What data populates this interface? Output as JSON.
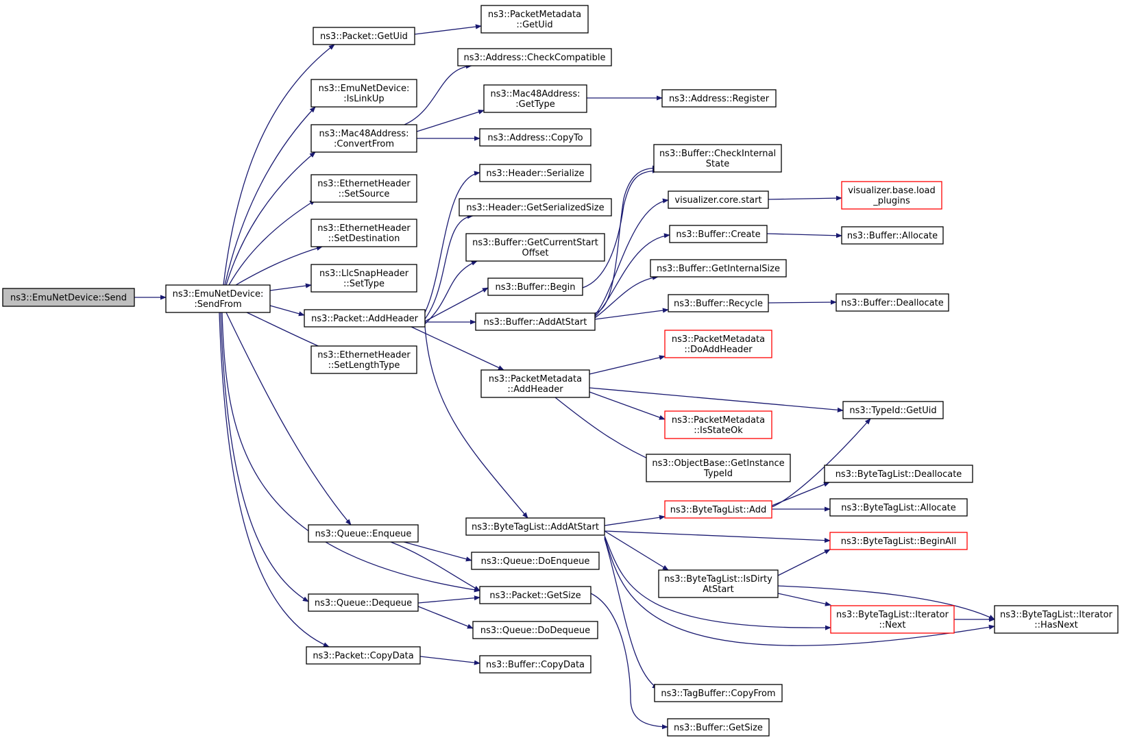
{
  "colors": {
    "edge": "#191970",
    "node_border": "#000000",
    "node_border_truncated": "#ff0000",
    "root_fill": "#bfbfbf",
    "node_fill": "#ffffff"
  },
  "nodes": [
    {
      "id": "send",
      "lines": [
        "ns3::EmuNetDevice::Send"
      ],
      "style": "root"
    },
    {
      "id": "sendfrom",
      "lines": [
        "ns3::EmuNetDevice:",
        ":SendFrom"
      ]
    },
    {
      "id": "pkt_getuid",
      "lines": [
        "ns3::Packet::GetUid"
      ]
    },
    {
      "id": "isLinkUp",
      "lines": [
        "ns3::EmuNetDevice:",
        ":IsLinkUp"
      ]
    },
    {
      "id": "convertfrom",
      "lines": [
        "ns3::Mac48Address:",
        ":ConvertFrom"
      ]
    },
    {
      "id": "setsource",
      "lines": [
        "ns3::EthernetHeader",
        "::SetSource"
      ]
    },
    {
      "id": "setdest",
      "lines": [
        "ns3::EthernetHeader",
        "::SetDestination"
      ]
    },
    {
      "id": "llcsettype",
      "lines": [
        "ns3::LlcSnapHeader",
        "::SetType"
      ]
    },
    {
      "id": "addheader",
      "lines": [
        "ns3::Packet::AddHeader"
      ]
    },
    {
      "id": "setlentype",
      "lines": [
        "ns3::EthernetHeader",
        "::SetLengthType"
      ]
    },
    {
      "id": "enqueue",
      "lines": [
        "ns3::Queue::Enqueue"
      ]
    },
    {
      "id": "dequeue",
      "lines": [
        "ns3::Queue::Dequeue"
      ]
    },
    {
      "id": "copydata",
      "lines": [
        "ns3::Packet::CopyData"
      ]
    },
    {
      "id": "pm_getuid",
      "lines": [
        "ns3::PacketMetadata",
        "::GetUid"
      ]
    },
    {
      "id": "checkcompat",
      "lines": [
        "ns3::Address::CheckCompatible"
      ]
    },
    {
      "id": "mac_gettype",
      "lines": [
        "ns3::Mac48Address:",
        ":GetType"
      ]
    },
    {
      "id": "addr_copyto",
      "lines": [
        "ns3::Address::CopyTo"
      ]
    },
    {
      "id": "addr_register",
      "lines": [
        "ns3::Address::Register"
      ]
    },
    {
      "id": "hdr_serialize",
      "lines": [
        "ns3::Header::Serialize"
      ]
    },
    {
      "id": "hdr_getsize",
      "lines": [
        "ns3::Header::GetSerializedSize"
      ]
    },
    {
      "id": "buf_getcurstart",
      "lines": [
        "ns3::Buffer::GetCurrentStart",
        "Offset"
      ]
    },
    {
      "id": "buf_begin",
      "lines": [
        "ns3::Buffer::Begin"
      ]
    },
    {
      "id": "buf_addatstart",
      "lines": [
        "ns3::Buffer::AddAtStart"
      ]
    },
    {
      "id": "pm_addheader",
      "lines": [
        "ns3::PacketMetadata",
        "::AddHeader"
      ]
    },
    {
      "id": "btl_addatstart",
      "lines": [
        "ns3::ByteTagList::AddAtStart"
      ]
    },
    {
      "id": "q_doenqueue",
      "lines": [
        "ns3::Queue::DoEnqueue"
      ]
    },
    {
      "id": "pkt_getsize",
      "lines": [
        "ns3::Packet::GetSize"
      ]
    },
    {
      "id": "q_dodequeue",
      "lines": [
        "ns3::Queue::DoDequeue"
      ]
    },
    {
      "id": "buf_copydata",
      "lines": [
        "ns3::Buffer::CopyData"
      ]
    },
    {
      "id": "buf_checkinternal",
      "lines": [
        "ns3::Buffer::CheckInternal",
        "State"
      ]
    },
    {
      "id": "vis_start",
      "lines": [
        "visualizer.core.start"
      ]
    },
    {
      "id": "buf_create",
      "lines": [
        "ns3::Buffer::Create"
      ]
    },
    {
      "id": "buf_getinternalsize",
      "lines": [
        "ns3::Buffer::GetInternalSize"
      ]
    },
    {
      "id": "buf_recycle",
      "lines": [
        "ns3::Buffer::Recycle"
      ]
    },
    {
      "id": "pm_doaddheader",
      "lines": [
        "ns3::PacketMetadata",
        "::DoAddHeader"
      ],
      "style": "red"
    },
    {
      "id": "pm_isstateok",
      "lines": [
        "ns3::PacketMetadata",
        "::IsStateOk"
      ],
      "style": "red"
    },
    {
      "id": "ob_getinstance",
      "lines": [
        "ns3::ObjectBase::GetInstance",
        "TypeId"
      ]
    },
    {
      "id": "btl_add",
      "lines": [
        "ns3::ByteTagList::Add"
      ],
      "style": "red"
    },
    {
      "id": "btl_isdirty",
      "lines": [
        "ns3::ByteTagList::IsDirty",
        "AtStart"
      ]
    },
    {
      "id": "tagbuf_copyfrom",
      "lines": [
        "ns3::TagBuffer::CopyFrom"
      ]
    },
    {
      "id": "buf_getsize",
      "lines": [
        "ns3::Buffer::GetSize"
      ]
    },
    {
      "id": "vis_loadplugins",
      "lines": [
        "visualizer.base.load",
        "_plugins"
      ],
      "style": "red"
    },
    {
      "id": "buf_allocate",
      "lines": [
        "ns3::Buffer::Allocate"
      ]
    },
    {
      "id": "buf_deallocate",
      "lines": [
        "ns3::Buffer::Deallocate"
      ]
    },
    {
      "id": "typeid_getuid",
      "lines": [
        "ns3::TypeId::GetUid"
      ]
    },
    {
      "id": "btl_deallocate",
      "lines": [
        "ns3::ByteTagList::Deallocate"
      ]
    },
    {
      "id": "btl_allocate",
      "lines": [
        "ns3::ByteTagList::Allocate"
      ]
    },
    {
      "id": "btl_beginall",
      "lines": [
        "ns3::ByteTagList::BeginAll"
      ],
      "style": "red"
    },
    {
      "id": "btl_iter_next",
      "lines": [
        "ns3::ByteTagList::Iterator",
        "::Next"
      ],
      "style": "red"
    },
    {
      "id": "btl_iter_hasnext",
      "lines": [
        "ns3::ByteTagList::Iterator",
        "::HasNext"
      ]
    }
  ]
}
